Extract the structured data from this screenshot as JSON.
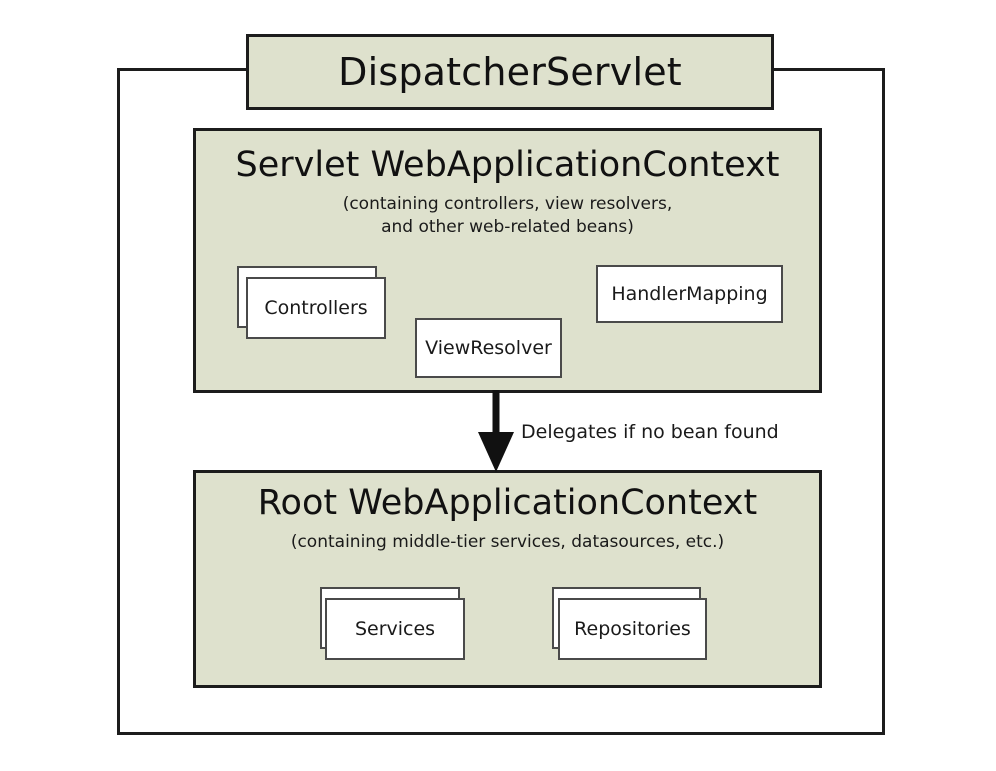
{
  "diagram": {
    "title": "DispatcherServlet",
    "colors": {
      "context_fill": "#dee1cd",
      "stroke": "#1c1c1c",
      "component_fill": "#ffffff",
      "component_stroke": "#4a4a4a",
      "background": "#ffffff"
    },
    "servlet_context": {
      "heading": "Servlet WebApplicationContext",
      "subtitle": "(containing controllers, view resolvers,\nand other web-related beans)",
      "components": [
        {
          "label": "Controllers",
          "stacked": true
        },
        {
          "label": "ViewResolver",
          "stacked": false
        },
        {
          "label": "HandlerMapping",
          "stacked": false
        }
      ]
    },
    "arrow": {
      "label": "Delegates if no bean found",
      "direction": "down",
      "from": "Servlet WebApplicationContext",
      "to": "Root WebApplicationContext"
    },
    "root_context": {
      "heading": "Root WebApplicationContext",
      "subtitle": "(containing middle-tier services, datasources, etc.)",
      "components": [
        {
          "label": "Services",
          "stacked": true
        },
        {
          "label": "Repositories",
          "stacked": true
        }
      ]
    }
  }
}
